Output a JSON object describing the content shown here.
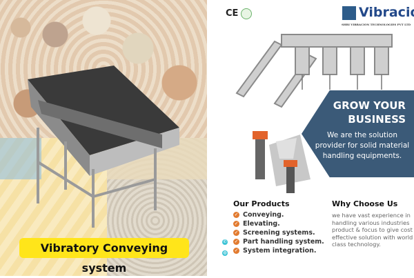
{
  "header": {
    "ce_mark": "CE",
    "green_badge": "green-certification-icon",
    "logo": {
      "name": "Vibración",
      "subtitle": "SHRI VIBRACION TECHNOLOGIES PVT LTD",
      "color": "#23498a"
    }
  },
  "hero": {
    "title": "GROW YOUR BUSINESS",
    "subtitle": "We are the solution provider for solid material handling equipments.",
    "panel_color": "#3b5a78"
  },
  "product_label": {
    "text": "Vibratory Conveying system",
    "color": "#ffe51a"
  },
  "products": {
    "title": "Our Products",
    "items": [
      "Conveying.",
      "Elevating.",
      "Screening systems.",
      "Part handling system.",
      "System integration."
    ],
    "check_color": "#e27b30"
  },
  "why": {
    "title": "Why Choose Us",
    "text": "we have vast experience in handling various industries product &  focus to give cost effective solution with world class technology."
  },
  "contact_icons": [
    "phone-icon",
    "globe-icon"
  ]
}
